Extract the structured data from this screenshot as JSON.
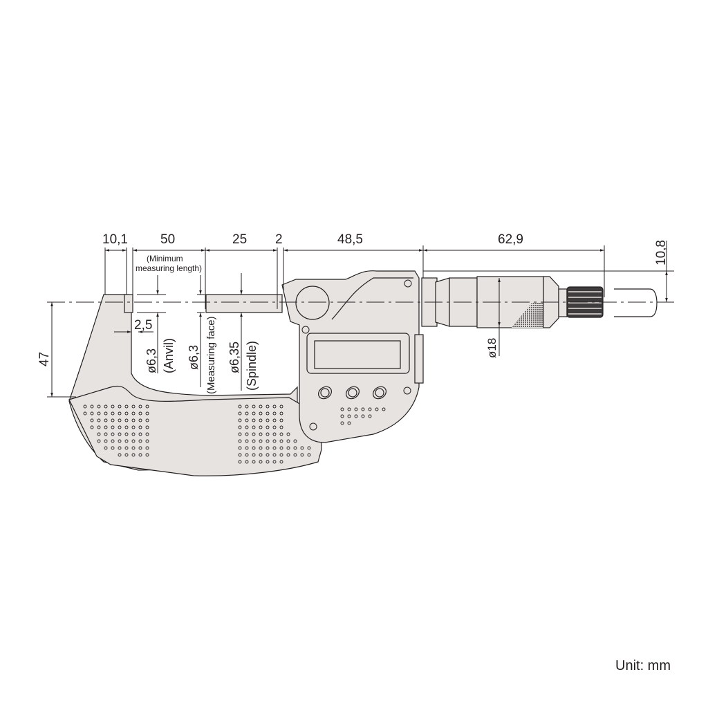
{
  "diagram": {
    "subject": "Digital outside micrometer, 0-25 mm range, dimensional drawing",
    "colors": {
      "body_fill": "#e6e3e0",
      "line": "#231f20",
      "knurl": "#6b6868",
      "background": "#ffffff"
    },
    "dimensions_top": [
      {
        "id": "frame_depth",
        "label": "10,1"
      },
      {
        "id": "min_measuring_length",
        "label": "50"
      },
      {
        "id": "spindle_travel",
        "label": "25"
      },
      {
        "id": "gap",
        "label": "2"
      },
      {
        "id": "body_to_sleeve",
        "label": "48,5"
      },
      {
        "id": "sleeve_to_ratchet",
        "label": "62,9"
      }
    ],
    "dimensions_right": [
      {
        "id": "ratchet_offset",
        "label": "10,8"
      }
    ],
    "dimensions_left": [
      {
        "id": "frame_height",
        "label": "47"
      }
    ],
    "annotations": {
      "min_length_note_line1": "(Minimum",
      "min_length_note_line2": "measuring length)",
      "anvil_offset": "2,5",
      "anvil_dia": "ø6,3",
      "anvil_label": "(Anvil)",
      "face_dia": "ø6,3",
      "face_label": "(Measuring face)",
      "spindle_dia": "ø6,35",
      "spindle_label": "(Spindle)",
      "thimble_dia": "ø18"
    },
    "lcd": {
      "buttons": 3
    },
    "unit_label": "Unit: mm"
  }
}
